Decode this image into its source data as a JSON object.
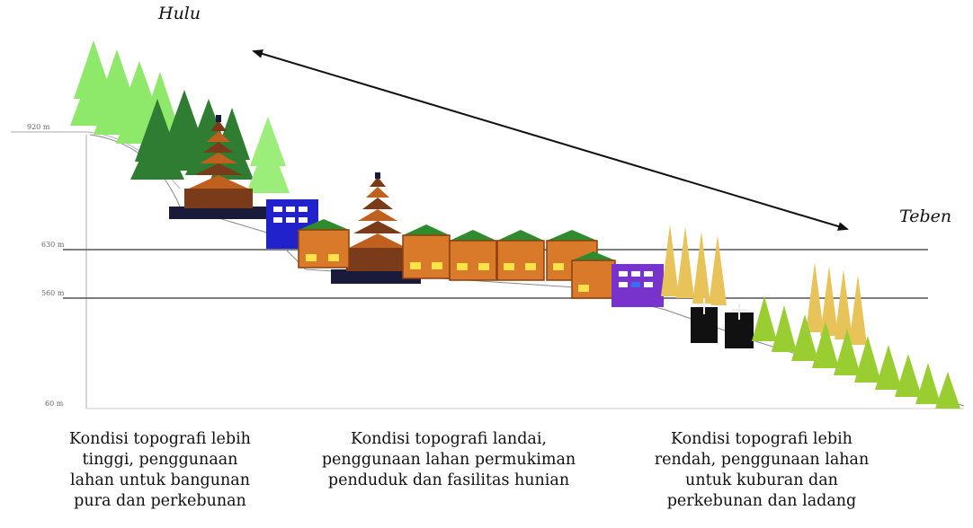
{
  "title_left": "Hulu",
  "title_right": "Teben",
  "elevations": [
    "920 m",
    "630 m",
    "560 m",
    "60 m"
  ],
  "captions": [
    {
      "lines": [
        "Kondisi topografi lebih",
        "tinggi, penggunaan",
        "lahan untuk bangunan",
        "pura dan perkebunan"
      ]
    },
    {
      "lines": [
        "Kondisi topografi landai,",
        "penggunaan lahan permukiman",
        "penduduk dan fasilitas hunian"
      ]
    },
    {
      "lines": [
        "Kondisi topografi lebih",
        "rendah, penggunaan lahan",
        "untuk kuburan dan",
        "perkebunan dan ladang"
      ]
    }
  ],
  "colors": {
    "tree_light": "#8ee86a",
    "tree_dark": "#2f7d32",
    "tree_yellow": "#e8c35a",
    "tree_olive": "#9acd32",
    "house_orange": "#d9792a",
    "house_roof": "#2e8b2e",
    "window_yellow": "#ffe24a",
    "temple_brown": "#7a3b1a",
    "building_blue": "#2222cc",
    "building_purple": "#7733cc"
  }
}
